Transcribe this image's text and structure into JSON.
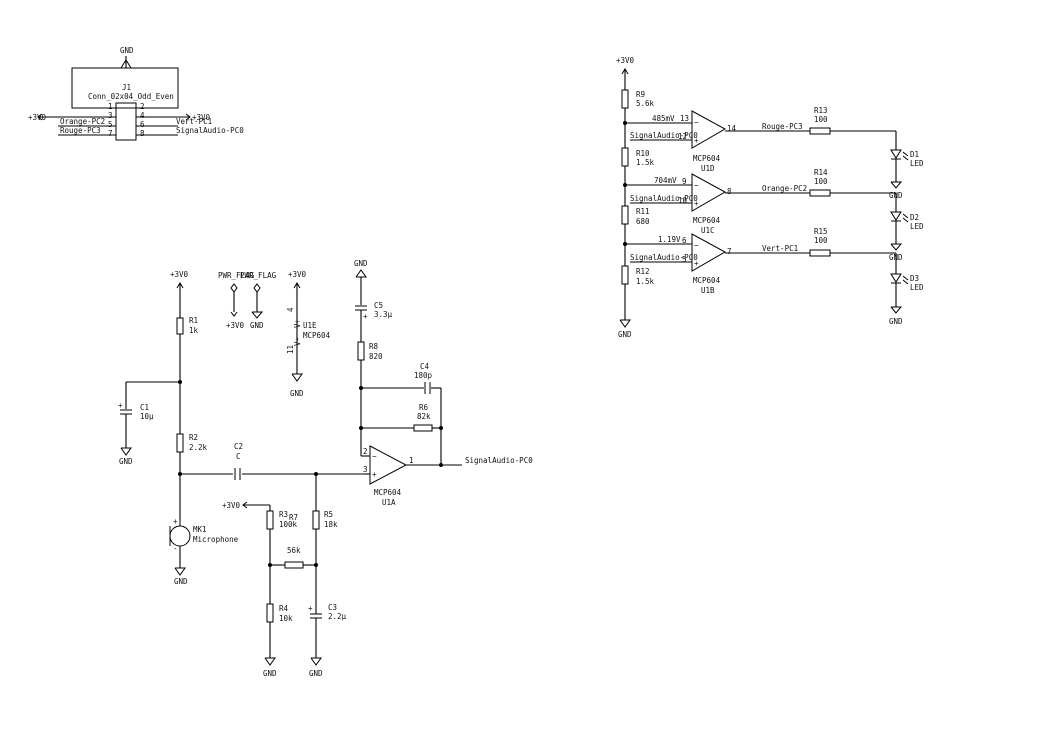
{
  "labels": {
    "gnd": "GND",
    "v3": "+3V0",
    "pwr_flag": "PWR_FLAG",
    "signal": "SignalAudio-PC0",
    "rouge": "Rouge-PC3",
    "orange": "Orange-PC2",
    "vert": "Vert-PC1"
  },
  "j1": {
    "ref": "J1",
    "value": "Conn_02x04_Odd_Even",
    "pins_left": [
      "1",
      "3",
      "5",
      "7"
    ],
    "pins_right": [
      "2",
      "4",
      "6",
      "8"
    ]
  },
  "mic": {
    "ref": "MK1",
    "value": "Microphone"
  },
  "resistors": {
    "r1": {
      "ref": "R1",
      "value": "1k"
    },
    "r2": {
      "ref": "R2",
      "value": "2.2k"
    },
    "r3": {
      "ref": "R3",
      "value": "100k"
    },
    "r4": {
      "ref": "R4",
      "value": "10k"
    },
    "r5": {
      "ref": "R5",
      "value": "18k"
    },
    "r6": {
      "ref": "R6",
      "value": "82k"
    },
    "r7": {
      "ref": "R7",
      "value": "56k"
    },
    "r8": {
      "ref": "R8",
      "value": "820"
    },
    "r9": {
      "ref": "R9",
      "value": "5.6k"
    },
    "r10": {
      "ref": "R10",
      "value": "1.5k"
    },
    "r11": {
      "ref": "R11",
      "value": "680"
    },
    "r12": {
      "ref": "R12",
      "value": "1.5k"
    },
    "r13": {
      "ref": "R13",
      "value": "100"
    },
    "r14": {
      "ref": "R14",
      "value": "100"
    },
    "r15": {
      "ref": "R15",
      "value": "100"
    }
  },
  "capacitors": {
    "c1": {
      "ref": "C1",
      "value": "10µ"
    },
    "c2": {
      "ref": "C2",
      "value": "C"
    },
    "c3": {
      "ref": "C3",
      "value": "2.2µ"
    },
    "c4": {
      "ref": "C4",
      "value": "180p"
    },
    "c5": {
      "ref": "C5",
      "value": "3.3µ"
    }
  },
  "opamps": {
    "u1a": {
      "ref": "U1A",
      "value": "MCP604",
      "pin_inv": "2",
      "pin_noninv": "3",
      "pin_out": "1"
    },
    "u1b": {
      "ref": "U1B",
      "value": "MCP604",
      "pin_inv": "6",
      "pin_noninv": "5",
      "pin_out": "7"
    },
    "u1c": {
      "ref": "U1C",
      "value": "MCP604",
      "pin_inv": "9",
      "pin_noninv": "10",
      "pin_out": "8"
    },
    "u1d": {
      "ref": "U1D",
      "value": "MCP604",
      "pin_inv": "13",
      "pin_noninv": "12",
      "pin_out": "14"
    },
    "u1e": {
      "ref": "U1E",
      "value": "MCP604",
      "pin_vp": "4",
      "pin_vm": "11",
      "vp": "V+",
      "vm": "V-"
    }
  },
  "leds": {
    "d1": {
      "ref": "D1",
      "value": "LED"
    },
    "d2": {
      "ref": "D2",
      "value": "LED"
    },
    "d3": {
      "ref": "D3",
      "value": "LED"
    }
  },
  "voltages": {
    "v1": "485mV",
    "v2": "704mV",
    "v3": "1.19V"
  }
}
